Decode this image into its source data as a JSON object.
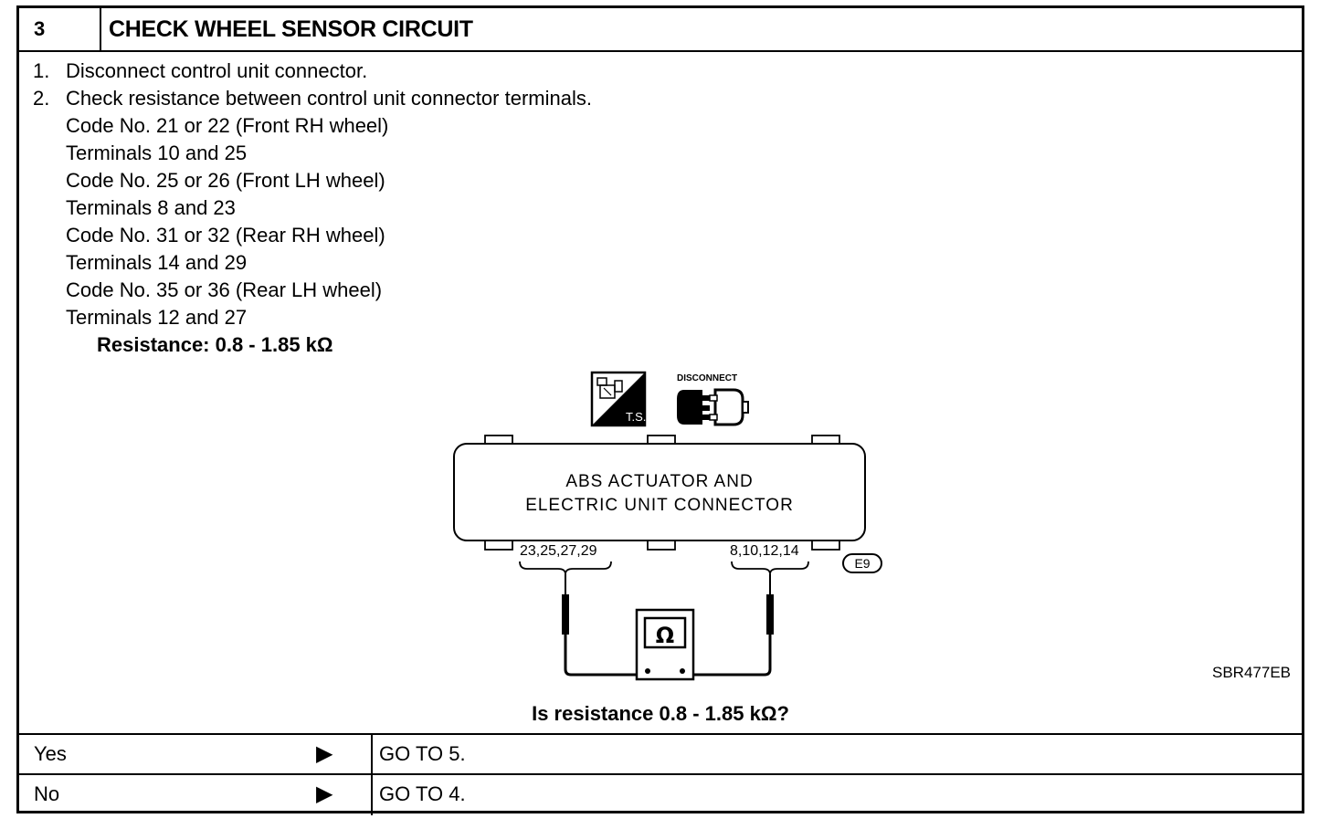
{
  "header": {
    "step_number": "3",
    "title": "CHECK WHEEL SENSOR CIRCUIT"
  },
  "steps": [
    {
      "num": "1.",
      "text": "Disconnect control unit connector."
    },
    {
      "num": "2.",
      "text": "Check resistance between control unit connector terminals."
    }
  ],
  "checks": [
    "Code No. 21 or 22 (Front RH wheel)",
    "Terminals 10 and 25",
    "Code No. 25 or 26 (Front LH wheel)",
    "Terminals 8 and 23",
    "Code No. 31 or 32 (Rear RH wheel)",
    "Terminals 14 and 29",
    "Code No. 35 or 36 (Rear LH wheel)",
    "Terminals 12 and 27"
  ],
  "resistance_spec": "Resistance: 0.8 - 1.85 kΩ",
  "diagram": {
    "ts_label": "T.S.",
    "disconnect_label": "DISCONNECT",
    "connector_line1": "ABS ACTUATOR AND",
    "connector_line2": "ELECTRIC UNIT CONNECTOR",
    "left_terminals": "23,25,27,29",
    "right_terminals": "8,10,12,14",
    "connector_code": "E9",
    "meter_symbol": "Ω",
    "figure_id": "SBR477EB"
  },
  "question": "Is resistance 0.8 - 1.85 kΩ?",
  "answers": [
    {
      "label": "Yes",
      "arrow": "▶",
      "action": "GO TO 5."
    },
    {
      "label": "No",
      "arrow": "▶",
      "action": "GO TO 4."
    }
  ]
}
